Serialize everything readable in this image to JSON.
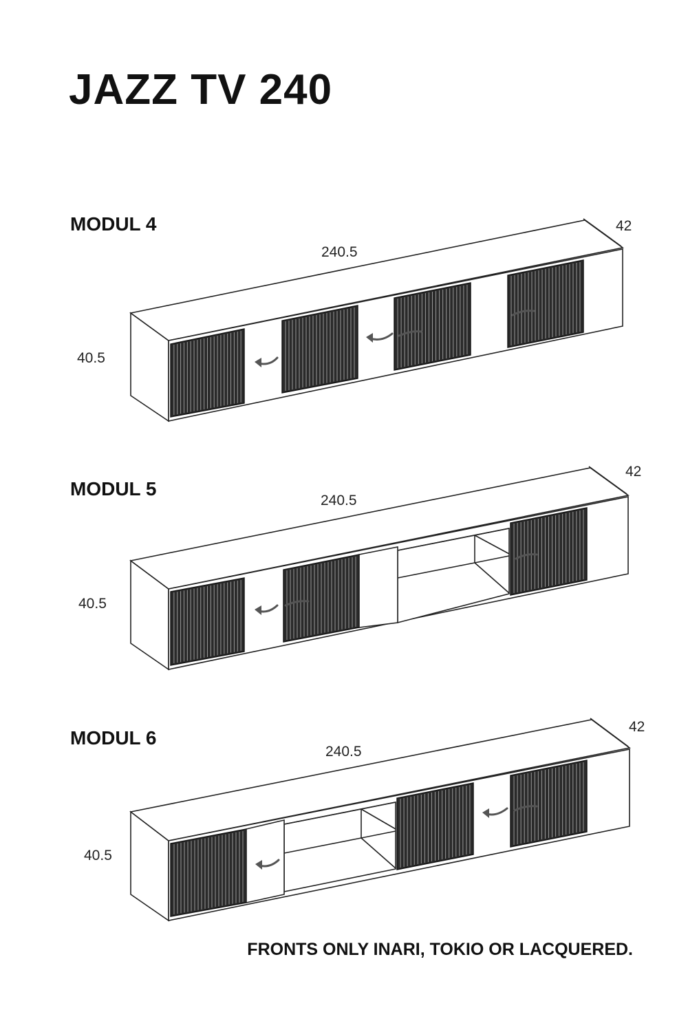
{
  "title": "JAZZ TV 240",
  "modules": [
    {
      "label": "MODUL 4",
      "width": "240.5",
      "height": "40.5",
      "depth": "42"
    },
    {
      "label": "MODUL 5",
      "width": "240.5",
      "height": "40.5",
      "depth": "42"
    },
    {
      "label": "MODUL 6",
      "width": "240.5",
      "height": "40.5",
      "depth": "42"
    }
  ],
  "footer": "FRONTS ONLY INARI, TOKIO OR LACQUERED."
}
